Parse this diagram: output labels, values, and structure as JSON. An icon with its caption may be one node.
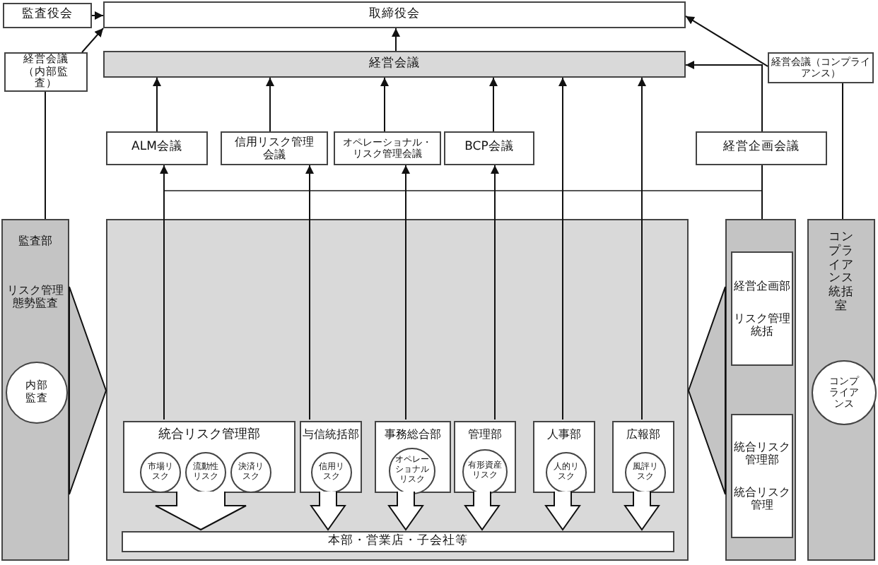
{
  "diagram": {
    "nodes": [
      {
        "text": [
          "監査役会"
        ]
      },
      {
        "text": [
          "取締役会"
        ]
      },
      {
        "text": [
          "経営会議（内部監査）"
        ]
      },
      {
        "text": [
          "経営会議"
        ]
      },
      {
        "text": [
          "経営会議（コンプライアンス）"
        ]
      },
      {
        "text": [
          "ALM会議"
        ]
      },
      {
        "text": [
          "信用リスク管理会議"
        ]
      },
      {
        "text": [
          "オペレーショナル・リスク管理会議"
        ]
      },
      {
        "text": [
          "BCP会議"
        ]
      },
      {
        "text": [
          "経営企画会議"
        ]
      },
      {
        "text": [
          "監査部",
          "リスク管理態勢監査"
        ]
      },
      {
        "text": [
          "内部監査"
        ],
        "in": 10
      },
      {
        "text": [],
        "shape": "box"
      },
      {
        "text": [
          "統合リスク管理部"
        ],
        "in": 12
      },
      {
        "text": [
          "市場リスク"
        ],
        "in": 13
      },
      {
        "text": [
          "流動性リスク"
        ],
        "in": 13
      },
      {
        "text": [
          "決済リスク"
        ],
        "in": 13
      },
      {
        "text": [
          "与信統括部"
        ],
        "in": 12
      },
      {
        "text": [
          "信用リスク"
        ],
        "in": 17
      },
      {
        "text": [
          "事務総合部"
        ],
        "in": 12
      },
      {
        "text": [
          "オペレーショナルリスク"
        ],
        "in": 19
      },
      {
        "text": [
          "管理部"
        ],
        "in": 12
      },
      {
        "text": [
          "有形資産リスク"
        ],
        "in": 21
      },
      {
        "text": [
          "人事部"
        ],
        "in": 12
      },
      {
        "text": [
          "人的リスク"
        ],
        "in": 23
      },
      {
        "text": [
          "広報部"
        ],
        "in": 12
      },
      {
        "text": [
          "風評リスク"
        ],
        "in": 25
      },
      {
        "text": [
          "本部・営業店・子会社等"
        ],
        "in": 12
      },
      {
        "text": [],
        "shape": "box"
      },
      {
        "text": [
          "経営企画部",
          "リスク管理統括"
        ],
        "in": 28
      },
      {
        "text": [
          "統合リスク管理部",
          "統合リスク管理"
        ],
        "in": 28
      },
      {
        "text": [
          "コンプライアンス統括室"
        ]
      },
      {
        "text": [
          "コンプライアンス"
        ],
        "in": 31
      }
    ],
    "edges": [
      {
        "from": 0,
        "to": 1,
        "arrow": "to"
      },
      {
        "from": 2,
        "to": 1,
        "arrow": "to"
      },
      {
        "from": 3,
        "to": 1,
        "arrow": "to"
      },
      {
        "from": 4,
        "to": 1,
        "arrow": "to"
      },
      {
        "from": 5,
        "to": 3,
        "arrow": "to"
      },
      {
        "from": 6,
        "to": 3,
        "arrow": "to"
      },
      {
        "from": 7,
        "to": 3,
        "arrow": "to"
      },
      {
        "from": 8,
        "to": 3,
        "arrow": "to"
      },
      {
        "from": 23,
        "to": 3,
        "arrow": "to"
      },
      {
        "from": 25,
        "to": 3,
        "arrow": "to"
      },
      {
        "from": 9,
        "to": 3,
        "arrow": "to"
      },
      {
        "from": 13,
        "to": 5,
        "arrow": "to"
      },
      {
        "from": 17,
        "to": 6,
        "arrow": "to"
      },
      {
        "from": 19,
        "to": 7,
        "arrow": "to"
      },
      {
        "from": 21,
        "to": 8,
        "arrow": "to"
      },
      {
        "from": 28,
        "to": 9,
        "arrow": "none"
      },
      {
        "from": 2,
        "to": 10,
        "arrow": "none"
      },
      {
        "from": 4,
        "to": 31,
        "arrow": "none"
      },
      {
        "from": 10,
        "to": 12,
        "arrow": "to"
      },
      {
        "from": 28,
        "to": 12,
        "arrow": "to"
      },
      {
        "from": 13,
        "to": 27,
        "arrow": "to"
      },
      {
        "from": 17,
        "to": 27,
        "arrow": "to"
      },
      {
        "from": 19,
        "to": 27,
        "arrow": "to"
      },
      {
        "from": 21,
        "to": 27,
        "arrow": "to"
      },
      {
        "from": 23,
        "to": 27,
        "arrow": "to"
      },
      {
        "from": 25,
        "to": 27,
        "arrow": "to"
      }
    ]
  }
}
